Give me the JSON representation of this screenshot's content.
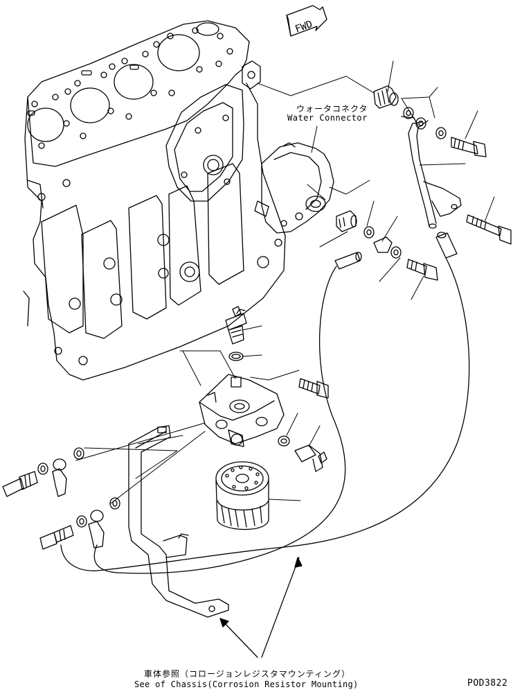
{
  "direction_marker": {
    "text": "FWD"
  },
  "labels": {
    "water_connector_jp": "ウォータコネクタ",
    "water_connector_en": "Water Connector",
    "chassis_ref_jp": "車体参照（コロージョンレジスタマウンティング）",
    "chassis_ref_en": "See of Chassis(Corrosion Resistor Mounting)",
    "drawing_code": "POD3822"
  },
  "style": {
    "line_color": "#000000",
    "background": "#ffffff"
  }
}
